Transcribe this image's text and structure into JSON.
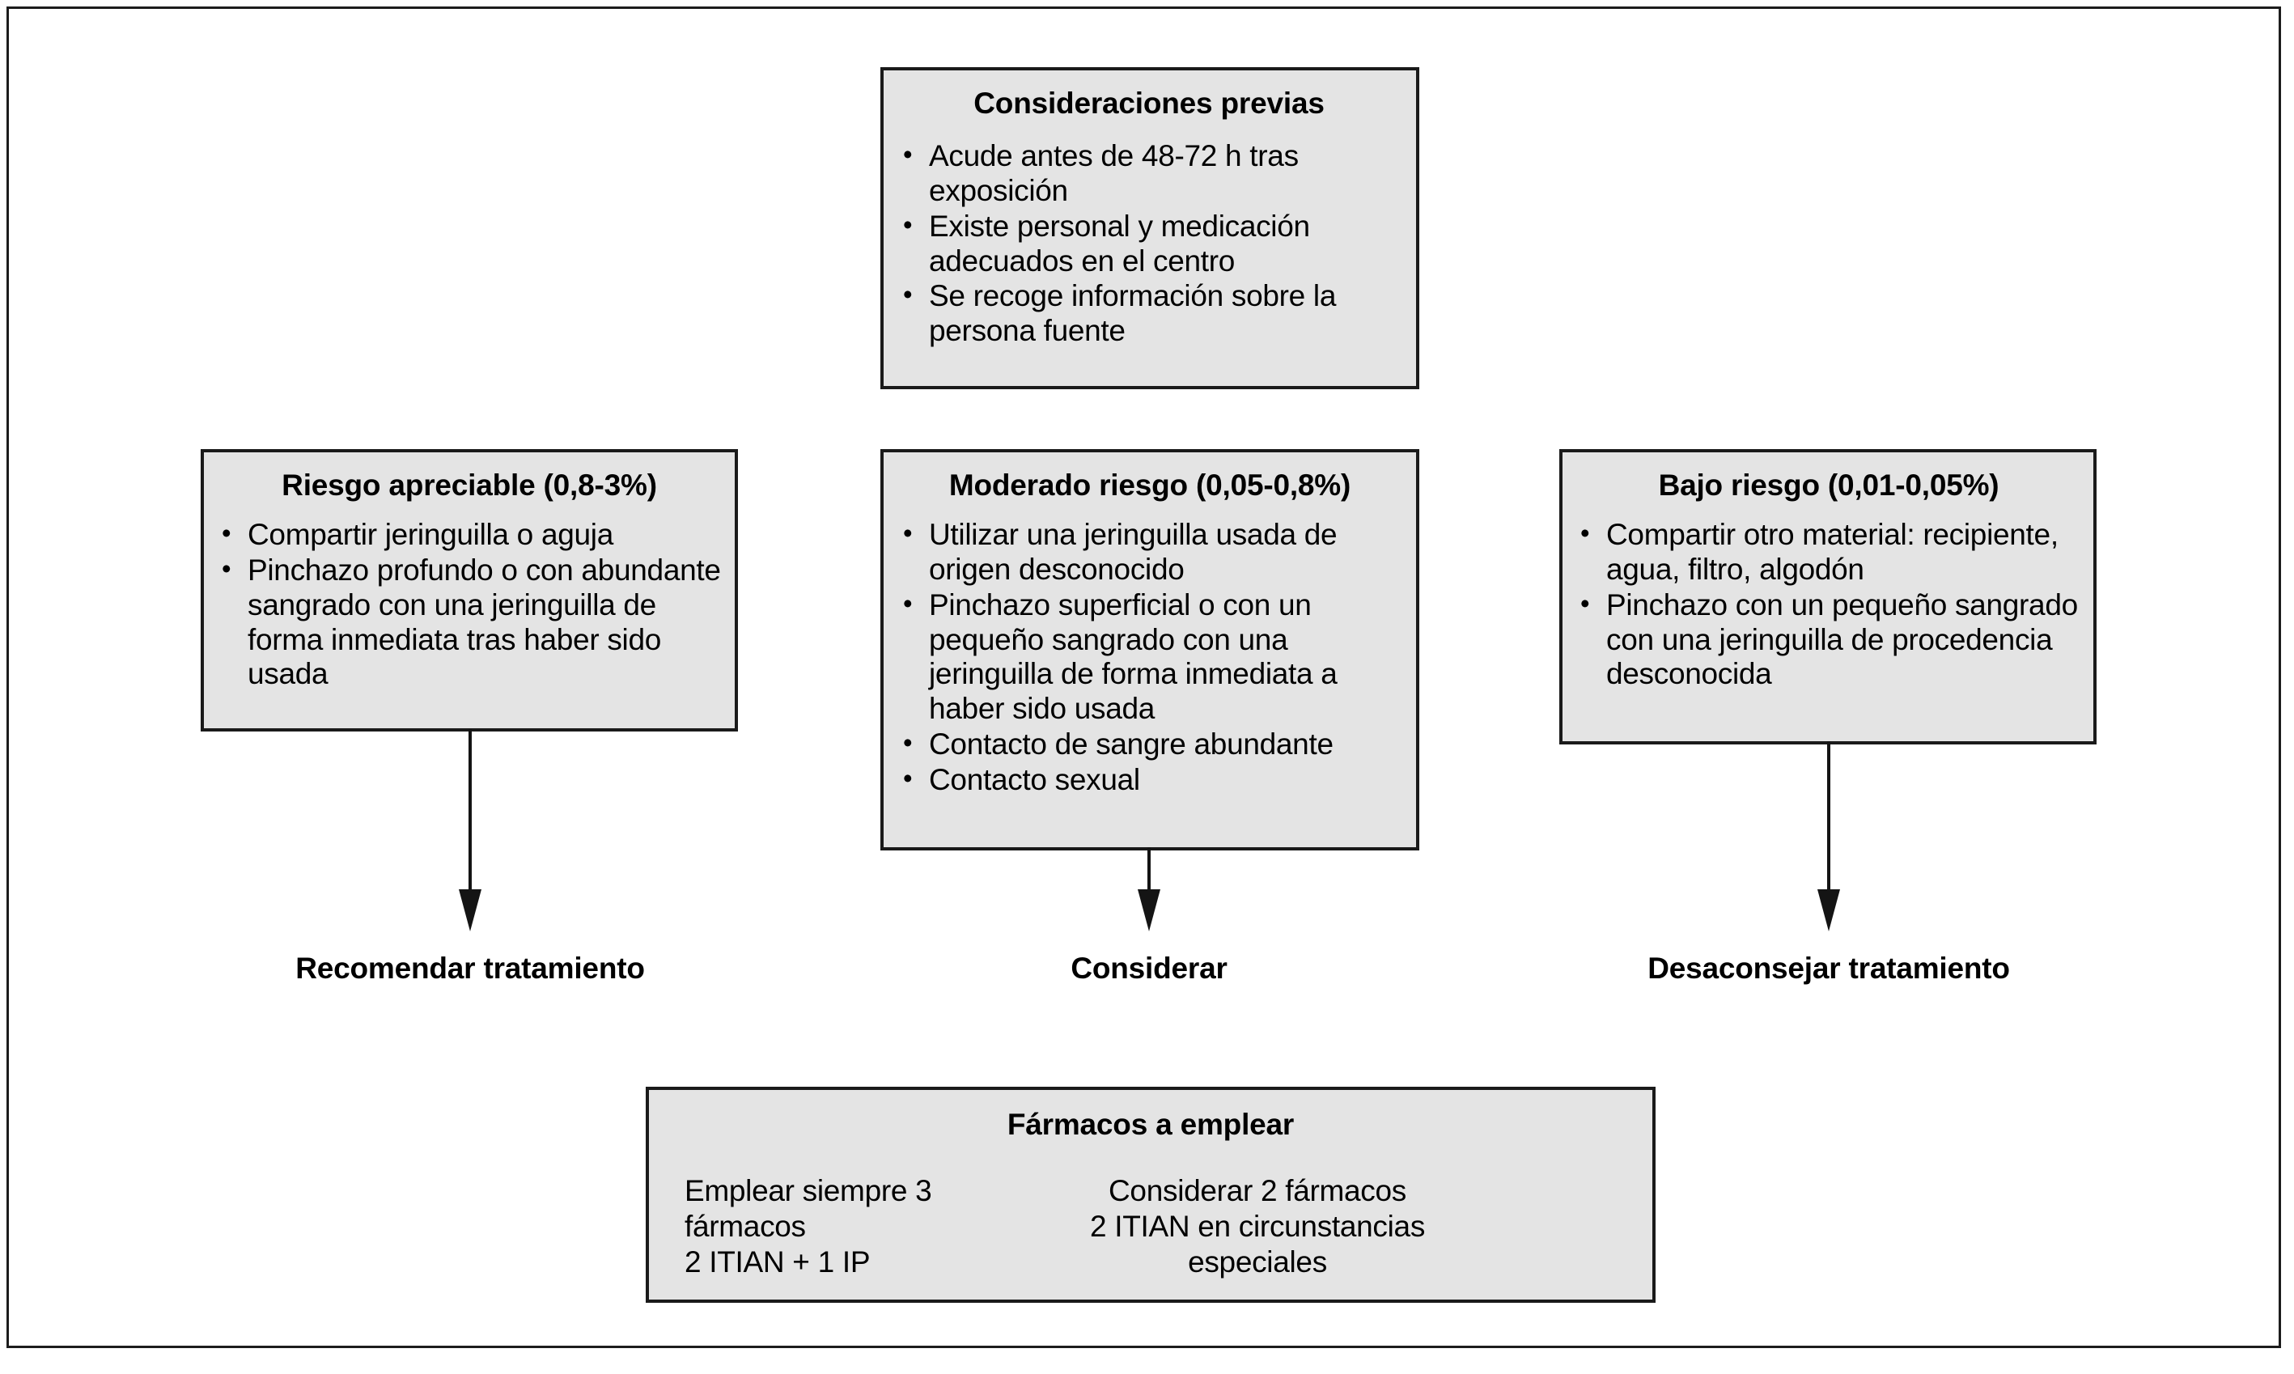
{
  "figure": {
    "colors": {
      "box_fill": "#e4e4e4",
      "box_border": "#1a1a1a",
      "frame_border": "#1c1c1c",
      "arrow": "#141414",
      "text": "#000000",
      "background": "#ffffff"
    }
  },
  "preliminary": {
    "title": "Consideraciones previas",
    "bullets": [
      "Acude antes de 48-72 h tras exposición",
      "Existe personal y medicación adecuados en el centro",
      "Se recoge información sobre la persona fuente"
    ]
  },
  "risk_levels": [
    {
      "id": "apreciable",
      "title": "Riesgo apreciable (0,8-3%)",
      "bullets": [
        "Compartir jeringuilla o aguja",
        "Pinchazo profundo o con abundante sangrado con una jeringuilla de forma inmediata tras haber sido usada"
      ],
      "outcome": "Recomendar tratamiento"
    },
    {
      "id": "moderado",
      "title": "Moderado riesgo (0,05-0,8%)",
      "bullets": [
        "Utilizar una jeringuilla usada de origen desconocido",
        " Pinchazo superficial o con un pequeño sangrado con una jeringuilla de forma inmediata a haber sido usada",
        "Contacto de sangre abundante",
        "Contacto sexual"
      ],
      "outcome": "Considerar"
    },
    {
      "id": "bajo",
      "title": "Bajo riesgo (0,01-0,05%)",
      "bullets": [
        "Compartir otro material: recipiente, agua, filtro, algodón",
        "Pinchazo con un pequeño sangrado con una jeringuilla de procedencia desconocida"
      ],
      "outcome": "Desaconsejar tratamiento"
    }
  ],
  "drugs": {
    "title": "Fármacos a emplear",
    "column_left": "Emplear siempre 3 fármacos\n2 ITIAN + 1 IP",
    "column_right": "Considerar 2 fármacos\n2 ITIAN en circunstancias especiales"
  }
}
